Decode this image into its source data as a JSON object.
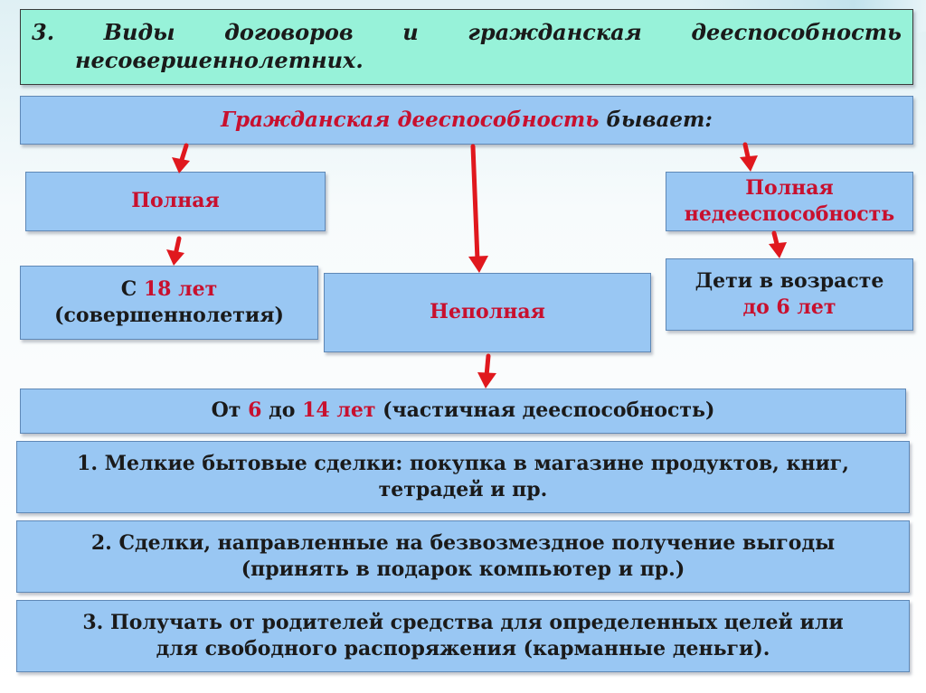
{
  "title": {
    "number": "3.",
    "word1": "Виды",
    "word2": "договоров",
    "word3": "и",
    "word4": "гражданская",
    "word5": "дееспособность",
    "line2": "несовершеннолетних."
  },
  "header": {
    "part_red": "Гражданская дееспособность",
    "part_black": " бывает:"
  },
  "full": {
    "label": "Полная"
  },
  "full_age": {
    "prefix": "С ",
    "age_red": "18 лет",
    "line2": "(совершеннолетия)"
  },
  "incomplete": {
    "label": "Неполная"
  },
  "incapacity": {
    "line1": "Полная",
    "line2": "недееспособность"
  },
  "children": {
    "line1": "Дети в возрасте",
    "line2_red": "до 6 лет"
  },
  "partial": {
    "p1": "От ",
    "n1": "6",
    "p2": " до ",
    "n2": "14 лет",
    "p3": " (частичная дееспособность)"
  },
  "items": [
    {
      "line1": "1. Мелкие бытовые сделки: покупка в магазине продуктов, книг,",
      "line2": "тетрадей и пр."
    },
    {
      "line1": "2. Сделки, направленные на безвозмездное получение выгоды",
      "line2": "(принять в подарок компьютер и пр.)"
    },
    {
      "line1": "3. Получать от родителей средства для определенных целей или",
      "line2": "для свободного распоряжения (карманные деньги)."
    }
  ],
  "colors": {
    "title_bg": "#97f2d9",
    "box_bg": "#99c7f3",
    "accent_red": "#c8102e",
    "arrow": "#e0181e"
  }
}
